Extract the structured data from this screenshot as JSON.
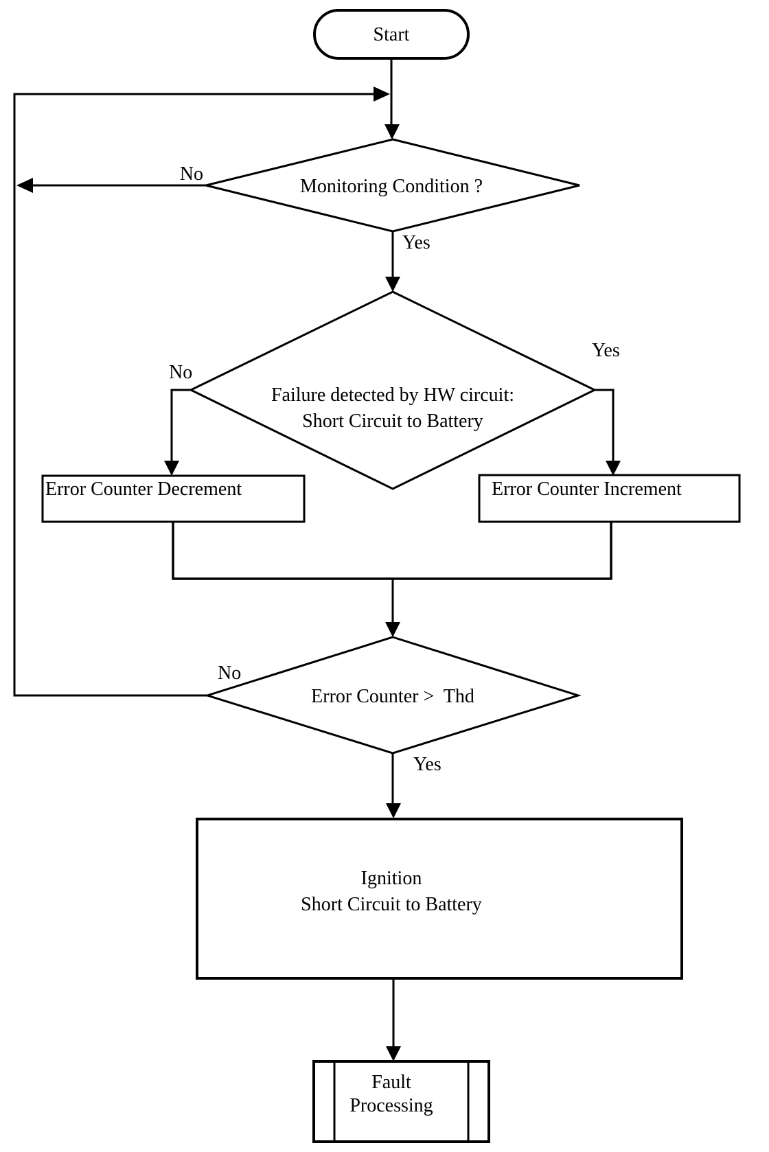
{
  "colors": {
    "line": "#000000",
    "shape_fill": "#ffffff",
    "text": "#000000",
    "background": "#ffffff"
  },
  "flowchart": {
    "start": {
      "shape": "terminator",
      "label": "Start"
    },
    "monitoring": {
      "shape": "decision",
      "label": "Monitoring Condition ?",
      "no_label": "No",
      "yes_label": "Yes"
    },
    "failure": {
      "shape": "decision",
      "line1": "Failure detected by HW circuit:",
      "line2": "Short Circuit to Battery",
      "no_label": "No",
      "yes_label": "Yes"
    },
    "decrement": {
      "shape": "process",
      "label": "Error Counter Decrement"
    },
    "increment": {
      "shape": "process",
      "label": "Error Counter Increment"
    },
    "threshold": {
      "shape": "decision",
      "label": "Error Counter >  Thd",
      "no_label": "No",
      "yes_label": "Yes"
    },
    "ignition": {
      "shape": "process",
      "line1": "Ignition",
      "line2": "Short Circuit to Battery"
    },
    "fault": {
      "shape": "predefined-process",
      "line1": "Fault",
      "line2": "Processing"
    }
  }
}
